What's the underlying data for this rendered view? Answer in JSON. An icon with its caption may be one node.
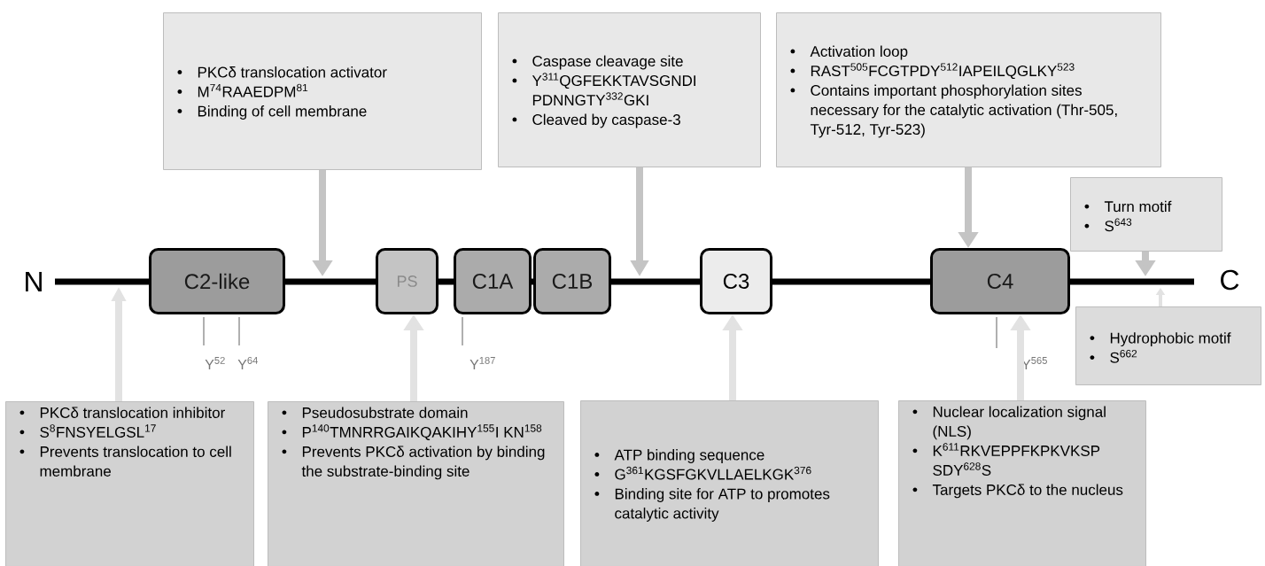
{
  "diagram": {
    "nodes": [
      {
        "text": [
          "PKCδ translocation activator",
          "M$^{74}$RAAEDPM$^{81}$",
          "Binding of cell membrane"
        ]
      },
      {
        "text": [
          "Caspase cleavage site",
          "Y$^{311}$QGFEKKTAVSGNDI PDNNGTY$^{332}$GKI",
          "Cleaved by caspase-3"
        ]
      },
      {
        "text": [
          "Activation loop",
          "RAST$^{505}$FCGTPDY$^{512}$IAPEILQGLKY$^{523}$",
          "Contains important phosphorylation sites necessary for the catalytic activation (Thr-505, Tyr-512, Tyr-523)"
        ]
      },
      {
        "text": [
          "Turn motif",
          "S$^{643}$"
        ]
      },
      {
        "text": [
          "C2-like"
        ]
      },
      {
        "text": [
          "PS"
        ]
      },
      {
        "text": [
          "C1A"
        ]
      },
      {
        "text": [
          "C1B"
        ]
      },
      {
        "text": [
          "C3"
        ]
      },
      {
        "text": [
          "C4"
        ]
      },
      {
        "text": [
          "Hydrophobic motif",
          "S$^{662}$"
        ]
      },
      {
        "text": [
          "PKCδ translocation inhibitor",
          "S$^{8}$FNSYELGSL$^{17}$",
          "Prevents translocation to cell membrane"
        ]
      },
      {
        "text": [
          "Pseudosubstrate domain",
          "P$^{140}$TMNRRGAIKQAKIHY$^{155}$I KN$^{158}$",
          "Prevents PKCδ activation by binding the substrate-binding site"
        ]
      },
      {
        "text": [
          "ATP binding sequence",
          "G$^{361}$KGSFGKVLLAELKGK$^{376}$",
          "Binding site for ATP to promotes catalytic activity"
        ]
      },
      {
        "text": [
          "Nuclear localization signal (NLS)",
          "K$^{611}$RKVEPPFKPKVKSP SDY$^{628}$S",
          "Targets PKCδ to the nucleus"
        ]
      }
    ],
    "edges": [
      {
        "from": 0,
        "to": null,
        "arrow": "to"
      },
      {
        "from": 1,
        "to": null,
        "arrow": "to"
      },
      {
        "from": 2,
        "to": 9,
        "arrow": "to"
      },
      {
        "from": 3,
        "to": null,
        "arrow": "to"
      },
      {
        "from": 10,
        "to": null,
        "arrow": "to"
      },
      {
        "from": 11,
        "to": null,
        "arrow": "to"
      },
      {
        "from": 12,
        "to": 5,
        "arrow": "to"
      },
      {
        "from": 13,
        "to": 8,
        "arrow": "to"
      },
      {
        "from": 14,
        "to": 9,
        "arrow": "to"
      }
    ],
    "labels": [
      "N",
      "C",
      "Y$^{52}$",
      "Y$^{64}$",
      "Y$^{187}$",
      "Y$^{565}$"
    ]
  }
}
